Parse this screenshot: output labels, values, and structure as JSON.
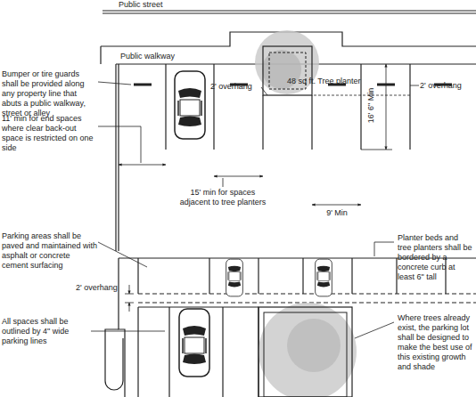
{
  "diagram": {
    "labels": [
      "Public street",
      "Public walkway",
      "2' overhang",
      "48 sq ft. Tree planter",
      "2' overhang",
      "16' 6\" Min",
      "Bumper or tire guards shall be provided along any property line that abuts a public walkway, street or alley",
      "11' min for end spaces where clear back-out space is restricted on one side",
      "15' min for spaces adjacent to tree planters",
      "9' Min",
      "Parking areas shall be paved and maintained with asphalt or concrete cement surfacing",
      "Planter beds and tree planters shall be bordered by a concrete curb at least 6\" tall",
      "2' overhang",
      "All spaces shall be outlined by 4\" wide parking lines",
      "Where trees already exist, the parking lot shall be designed to make the best use of this existing growth and shade"
    ]
  }
}
